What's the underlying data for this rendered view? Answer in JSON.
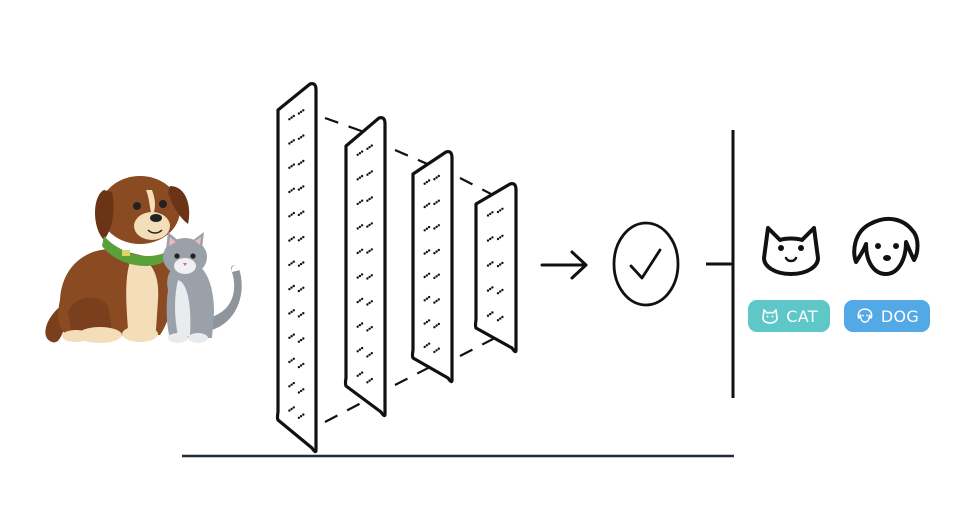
{
  "labels": {
    "cat": "CAT",
    "dog": "DOG"
  },
  "colors": {
    "stroke": "#111111",
    "cat_badge": "#5ec8c8",
    "dog_badge": "#52a9e6",
    "dog_brown": "#8a4a22",
    "dog_cream": "#f4ddb9",
    "collar": "#5aa13a",
    "cat_gray": "#9aa1a8"
  },
  "icons": [
    "dog-illustration",
    "cat-illustration",
    "arrow-right-icon",
    "check-circle-icon",
    "cat-face-icon",
    "dog-face-icon"
  ]
}
